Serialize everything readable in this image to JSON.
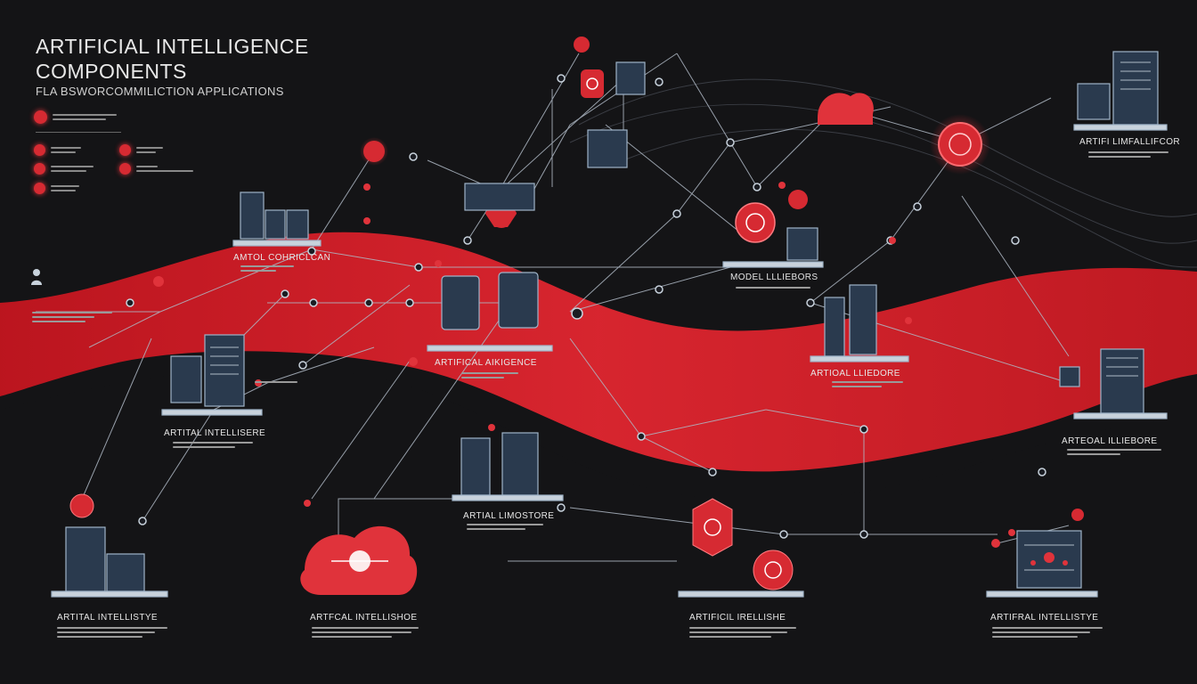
{
  "header": {
    "title_line1": "ARTIFICIAL INTELLIGENCE",
    "title_line2": "COMPONENTS",
    "subtitle": "FLA BSWORCOMMILICTION APPLICATIONS"
  },
  "colors": {
    "background": "#141416",
    "accent_red": "#d62a32",
    "line": "#b8c4d0",
    "screen_blue": "#2a3a4e"
  },
  "icons": [
    "red-node-icon",
    "server-rack-icon",
    "cloud-icon",
    "chip-icon",
    "monitor-icon",
    "gear-icon",
    "user-icon",
    "shield-icon"
  ],
  "labels": {
    "top_right": "ARTIFI LIMFALLIFCOR",
    "left_upper": "AMTOL COHRICLCAN",
    "center_main": "ARTIFICAL AIKIGENCE",
    "right_mid": "MODEL LLLIEBORS",
    "center_right": "ARTIOAL LLIEDORE",
    "left_mid": "ARTITAL INTELLISERE",
    "center_lower": "ARTIAL LIMOSTORE",
    "far_right": "ARTEOAL ILLIEBORE",
    "bottom_1": "ARTITAL INTELLISTYE",
    "bottom_2": "ARTFCAL INTELLISHOE",
    "bottom_3": "ARTIFICIL IRELLISHE",
    "bottom_4": "ARTIFRAL INTELLISTYE"
  }
}
